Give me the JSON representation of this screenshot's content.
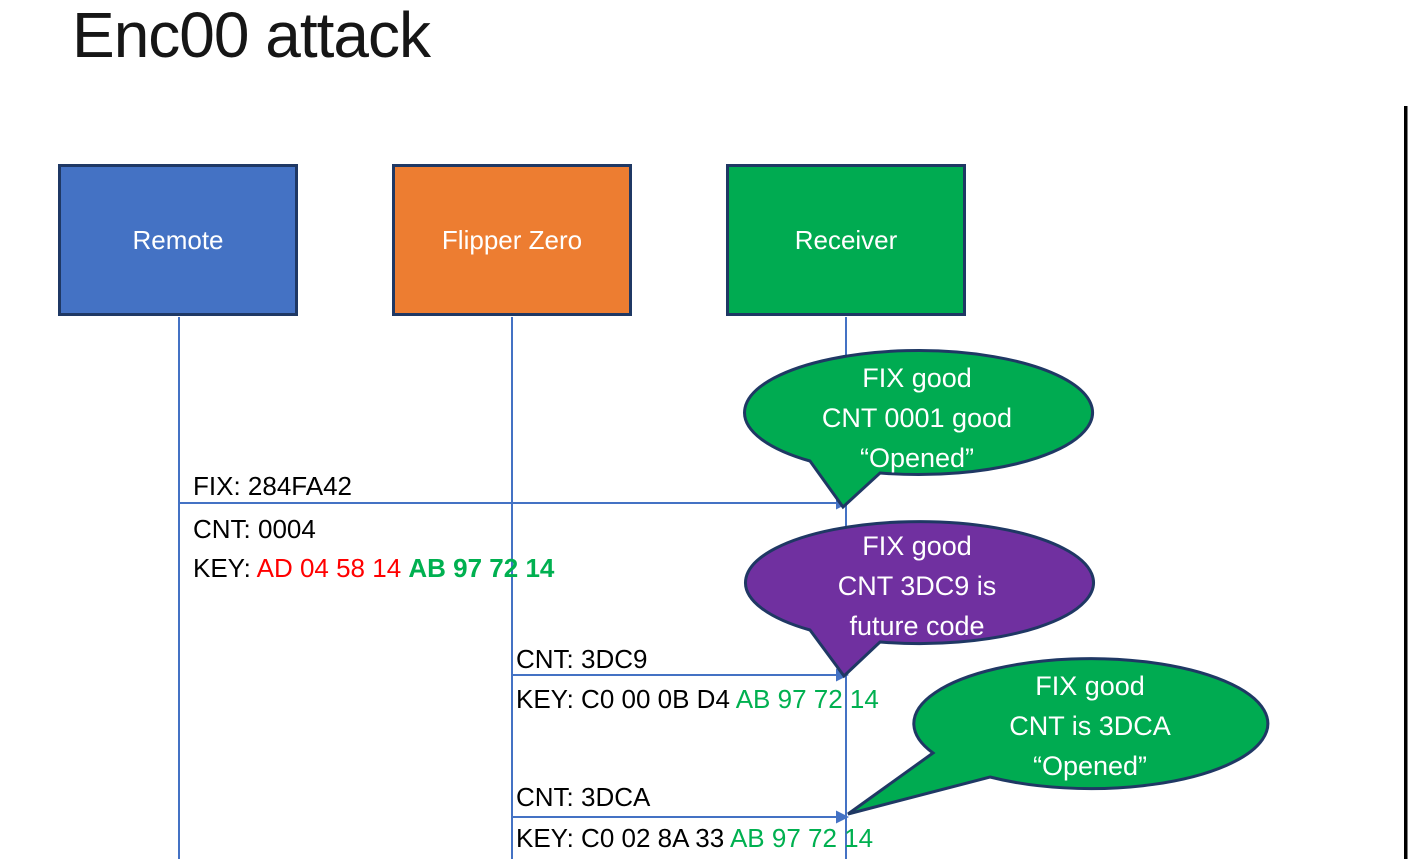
{
  "title": "Enc00 attack",
  "colors": {
    "actor_remote": "#4472C4",
    "actor_flipper": "#ED7D31",
    "actor_receiver": "#00AB51",
    "bubble_green": "#00AB51",
    "bubble_purple": "#7030A0",
    "outline_dark": "#1F3864",
    "connector_blue": "#4472C4",
    "key_red": "#FF0000",
    "key_green": "#00B050",
    "edge_black": "#000000",
    "text_black": "#000000",
    "text_white": "#FFFFFF"
  },
  "actors": [
    {
      "id": "remote",
      "label": "Remote"
    },
    {
      "id": "flipper",
      "label": "Flipper Zero"
    },
    {
      "id": "receiver",
      "label": "Receiver"
    }
  ],
  "messages": [
    {
      "id": "remote-to-receiver",
      "fix": "FIX: 284FA42",
      "cnt": "CNT: 0004",
      "key_segments": [
        {
          "text": "KEY: ",
          "color": "black"
        },
        {
          "text": "AD 04 58 14 ",
          "color": "red"
        },
        {
          "text": "AB 97 72 14",
          "color": "green-bold"
        }
      ]
    },
    {
      "id": "flipper-to-receiver-1",
      "cnt": "CNT: 3DC9",
      "key_segments": [
        {
          "text": "KEY: C0 00 0B D4 ",
          "color": "black"
        },
        {
          "text": "AB 97 72 14",
          "color": "green"
        }
      ]
    },
    {
      "id": "flipper-to-receiver-2",
      "cnt": "CNT: 3DCA",
      "key_segments": [
        {
          "text": "KEY: C0 02 8A 33 ",
          "color": "black"
        },
        {
          "text": "AB 97 72 14",
          "color": "green"
        }
      ]
    }
  ],
  "bubbles": [
    {
      "id": "receiver-note-1",
      "fill": "green",
      "lines": [
        "FIX good",
        "CNT 0001 good",
        "“Opened”"
      ]
    },
    {
      "id": "receiver-note-2",
      "fill": "purple",
      "lines": [
        "FIX good",
        "CNT 3DC9 is",
        "future code"
      ]
    },
    {
      "id": "receiver-note-3",
      "fill": "green",
      "lines": [
        "FIX good",
        "CNT is 3DCA",
        "“Opened”"
      ]
    }
  ]
}
